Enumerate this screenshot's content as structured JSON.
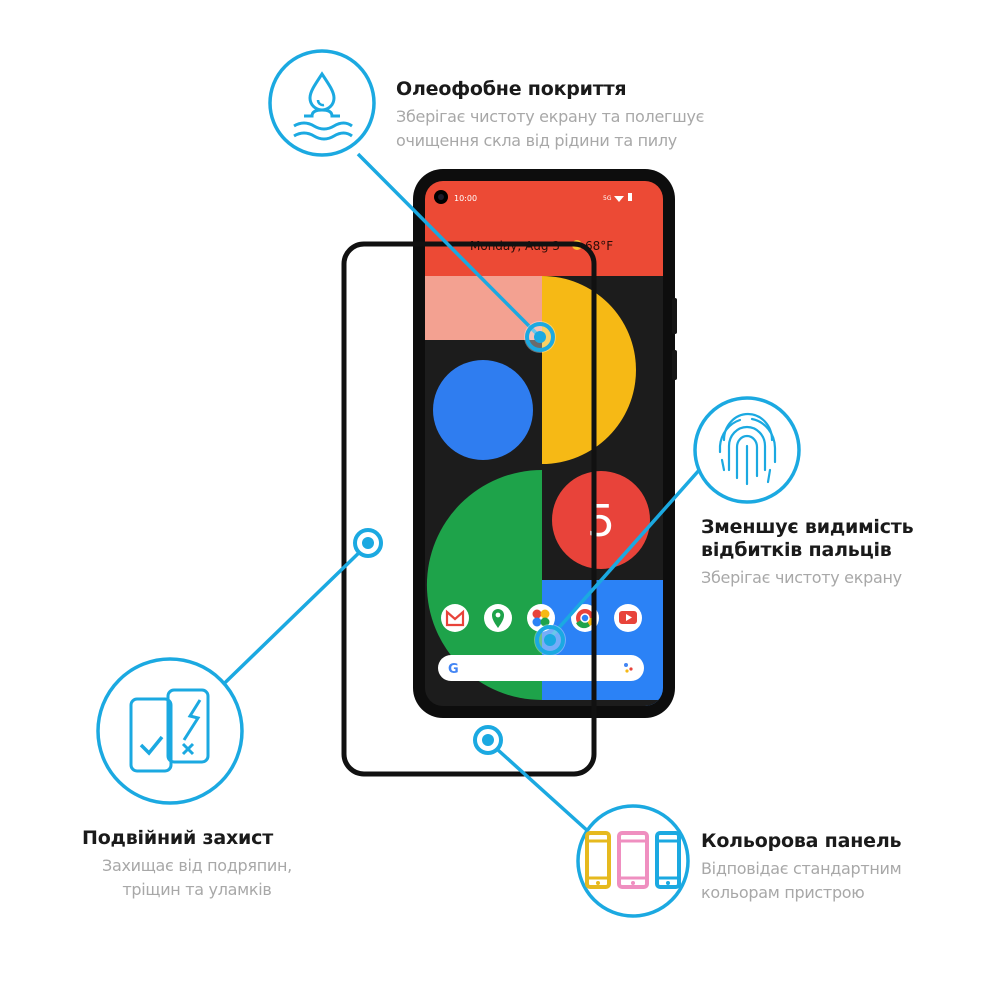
{
  "colors": {
    "accent": "#1ba9e1",
    "frame": "#111111"
  },
  "features": [
    {
      "id": "oleophobic",
      "icon": "water-drop-icon",
      "title": "Олеофобне покриття",
      "desc_lines": [
        "Зберігає чистоту екрану та полегшує",
        "очищення скла від рідини та пилу"
      ]
    },
    {
      "id": "fingerprints",
      "icon": "fingerprint-icon",
      "title_lines": [
        "Зменшує видимість",
        "відбитків пальців"
      ],
      "desc_lines": [
        "Зберігає чистоту екрану"
      ]
    },
    {
      "id": "double",
      "icon": "double-protection-icon",
      "title": "Подвійний захист",
      "desc_lines": [
        "Захищає від подряпин,",
        "тріщин та уламків"
      ]
    },
    {
      "id": "color",
      "icon": "color-panel-icon",
      "title": "Кольорова панель",
      "desc_lines": [
        "Відповідає стандартним",
        "кольорам пристрою"
      ]
    }
  ],
  "phone": {
    "status_time": "10:00",
    "status_network": "5G",
    "date_widget": "Monday, Aug 3",
    "temperature": "68°F",
    "tile_number": "5",
    "app_icons": [
      "gmail-icon",
      "maps-icon",
      "photos-icon",
      "chrome-icon",
      "youtube-icon"
    ],
    "search_logo": "G"
  }
}
